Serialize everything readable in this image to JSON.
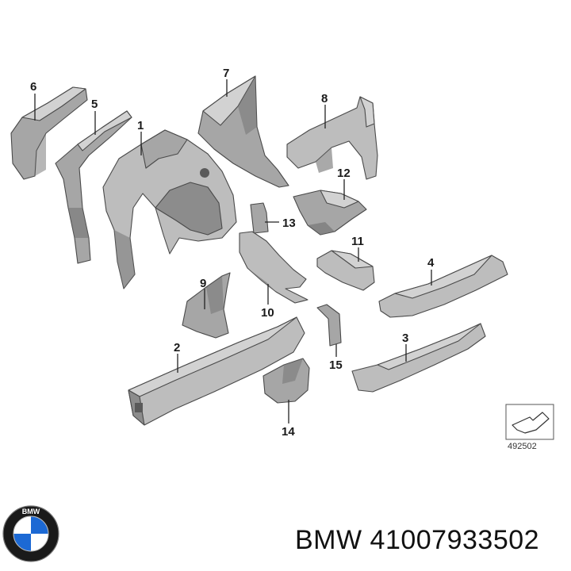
{
  "callouts": {
    "c1": "1",
    "c2": "2",
    "c3": "3",
    "c4": "4",
    "c5": "5",
    "c6": "6",
    "c7": "7",
    "c8": "8",
    "c9": "9",
    "c10": "10",
    "c11": "11",
    "c12": "12",
    "c13": "13",
    "c14": "14",
    "c15": "15"
  },
  "reference_box": {
    "number": "492502",
    "icon": "arrow-symbol-icon"
  },
  "logo": {
    "text": "BMW",
    "icon": "bmw-roundel-icon",
    "colors": {
      "blue": "#1c69d4",
      "ring": "#1a1a1a"
    }
  },
  "caption": {
    "brand": "BMW",
    "part_number": "41007933502"
  },
  "colors": {
    "part_fill": "#a6a6a6",
    "part_stroke": "#4a4a4a",
    "background": "#ffffff"
  }
}
